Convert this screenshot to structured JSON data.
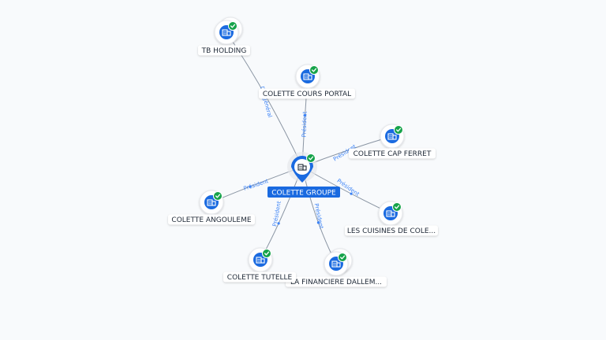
{
  "center": {
    "label": "COLETTE GROUPE",
    "icon": "building-icon",
    "badge_icon": "check-icon"
  },
  "nodes": [
    {
      "id": "tb-holding",
      "label": "TB HOLDING",
      "stacked": true
    },
    {
      "id": "colette-cours-portal",
      "label": "COLETTE COURS PORTAL",
      "stacked": false
    },
    {
      "id": "colette-cap-ferret",
      "label": "COLETTE CAP FERRET",
      "stacked": false
    },
    {
      "id": "les-cuisines",
      "label": "LES CUISINES DE COLE...",
      "stacked": false
    },
    {
      "id": "financiere-dallem",
      "label": "LA FINANCIERE DALLEM...",
      "stacked": true
    },
    {
      "id": "colette-tutelle",
      "label": "COLETTE TUTELLE",
      "stacked": false
    },
    {
      "id": "colette-angouleme",
      "label": "COLETTE ANGOULEME",
      "stacked": false
    }
  ],
  "edges": [
    {
      "to": "tb-holding",
      "label": "Dir. général"
    },
    {
      "to": "colette-cours-portal",
      "label": "Président"
    },
    {
      "to": "colette-cap-ferret",
      "label": "Président"
    },
    {
      "to": "les-cuisines",
      "label": "Président"
    },
    {
      "to": "financiere-dallem",
      "label": "Président"
    },
    {
      "to": "colette-tutelle",
      "label": "Président"
    },
    {
      "to": "colette-angouleme",
      "label": "Président"
    }
  ],
  "colors": {
    "node_blue": "#1a6ae0",
    "badge_green": "#16a34a",
    "edge_gray": "#8a95a3",
    "edge_label": "#3b82f6",
    "center_label_bg": "#1a6ae0"
  }
}
